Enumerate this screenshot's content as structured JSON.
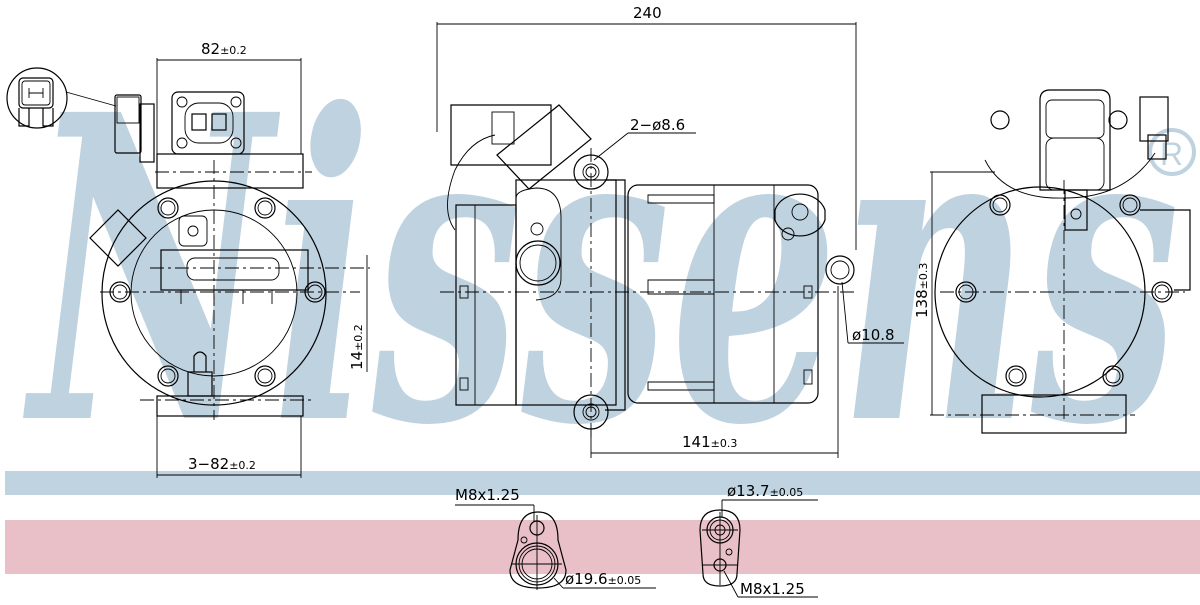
{
  "colors": {
    "background": "#ffffff",
    "watermark_blue": "#bfd2e0",
    "band_blue": "#c0d3e0",
    "band_pink": "#eac0c8",
    "line": "#000000"
  },
  "watermark": {
    "brand": "Nissens",
    "registered_mark": "®"
  },
  "views": {
    "front_view": {
      "dim_top": "82",
      "dim_top_tol": "±0.2",
      "dim_bottom": "3−82",
      "dim_bottom_tol": "±0.2",
      "dim_vertical": "14",
      "dim_vertical_tol": "±0.2"
    },
    "side_view": {
      "dim_overall": "240",
      "dim_mount_holes": "2−ø8.6",
      "dim_hole": "ø10.8",
      "dim_length": "141",
      "dim_length_tol": "±0.3"
    },
    "rear_view": {
      "dim_height": "138",
      "dim_height_tol": "±0.3"
    }
  },
  "ports": {
    "suction": {
      "thread_label": "M8x1.25",
      "diameter_label": "ø19.6",
      "diameter_tol": "±0.05"
    },
    "discharge": {
      "diameter_label": "ø13.7",
      "diameter_tol": "±0.05",
      "thread_label": "M8x1.25"
    }
  }
}
